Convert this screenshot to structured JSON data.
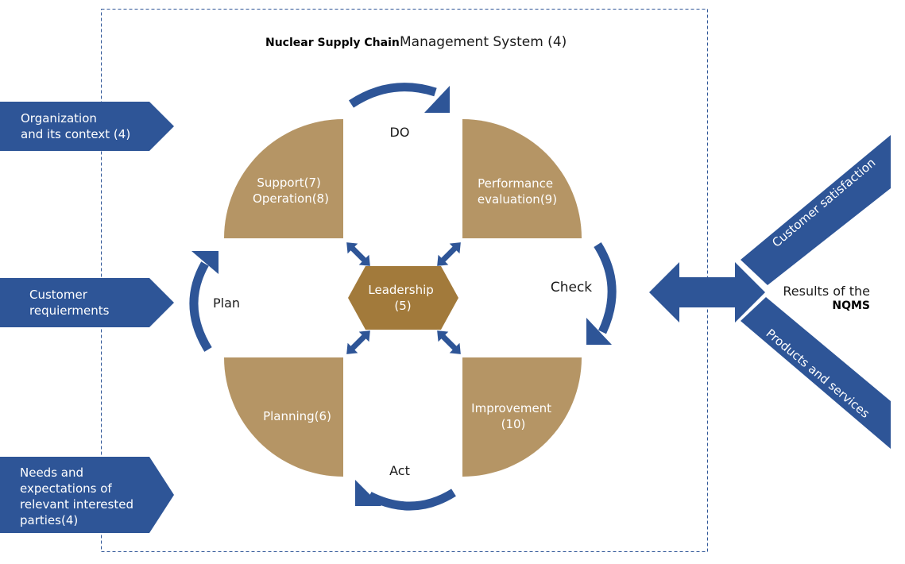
{
  "title": {
    "part1": "Nuclear Supply Chain",
    "part2": "Management System (4)"
  },
  "inputs": [
    {
      "lines": [
        "Organization",
        "and its context (4)"
      ]
    },
    {
      "lines": [
        "Customer",
        "requierments"
      ]
    },
    {
      "lines": [
        "Needs and",
        "expectations of",
        "relevant interested",
        "parties(4)"
      ]
    }
  ],
  "quadrants": {
    "support_operation": [
      "Support(7)",
      "Operation(8)"
    ],
    "performance_evaluation": [
      "Performance",
      "evaluation(9)"
    ],
    "planning": [
      "Planning(6)"
    ],
    "improvement": [
      "Improvement",
      "(10)"
    ]
  },
  "center": [
    "Leadership",
    "(5)"
  ],
  "cycle_labels": {
    "do": "DO",
    "check": "Check",
    "act": "Act",
    "plan": "Plan"
  },
  "results": {
    "line1": "Results of the",
    "line2": "NQMS"
  },
  "outputs": {
    "customer_satisfaction": "Customer satisfaction",
    "products_services": "Products and services"
  },
  "colors": {
    "blue": "#2e5597",
    "tan": "#b59565",
    "leadership": "#a27a3b",
    "white": "#ffffff",
    "text": "#1a1a1a",
    "frame": "#2e5597"
  }
}
